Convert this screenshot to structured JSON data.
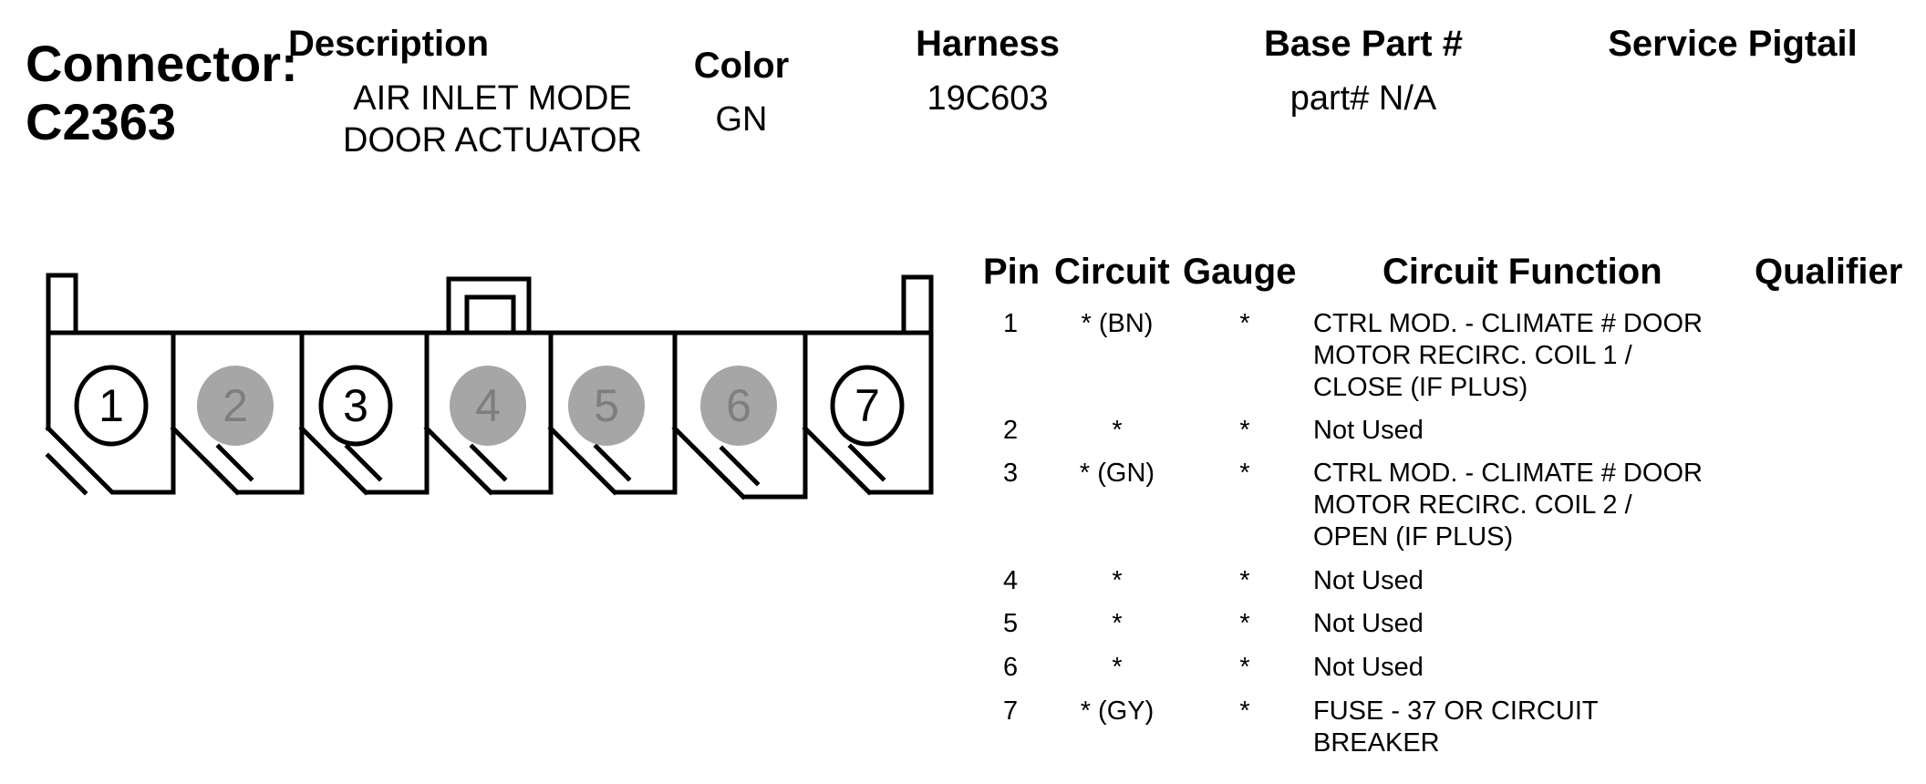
{
  "connector": {
    "label": "Connector:",
    "id": "C2363"
  },
  "header": {
    "description_label": "Description",
    "description_lines": [
      "AIR INLET MODE",
      "DOOR ACTUATOR"
    ],
    "color_label": "Color",
    "color_value": "GN",
    "harness_label": "Harness",
    "harness_value": "19C603",
    "base_part_label": "Base Part #",
    "base_part_value": "part# N/A",
    "service_pigtail_label": "Service Pigtail"
  },
  "table": {
    "headers": [
      "Pin",
      "Circuit",
      "Gauge",
      "Circuit Function",
      "Qualifier"
    ],
    "rows": [
      {
        "pin": "1",
        "circuit": "* (BN)",
        "gauge": "*",
        "function": [
          "CTRL MOD. - CLIMATE # DOOR",
          "MOTOR RECIRC. COIL 1 /",
          "CLOSE (IF PLUS)"
        ]
      },
      {
        "pin": "2",
        "circuit": "*",
        "gauge": "*",
        "function": [
          "Not Used"
        ]
      },
      {
        "pin": "3",
        "circuit": "* (GN)",
        "gauge": "*",
        "function": [
          "CTRL MOD. - CLIMATE # DOOR",
          "MOTOR RECIRC. COIL 2 /",
          "OPEN (IF PLUS)"
        ]
      },
      {
        "pin": "4",
        "circuit": "*",
        "gauge": "*",
        "function": [
          "Not Used"
        ]
      },
      {
        "pin": "5",
        "circuit": "*",
        "gauge": "*",
        "function": [
          "Not Used"
        ]
      },
      {
        "pin": "6",
        "circuit": "*",
        "gauge": "*",
        "function": [
          "Not Used"
        ]
      },
      {
        "pin": "7",
        "circuit": "* (GY)",
        "gauge": "*",
        "function": [
          "FUSE - 37 OR CIRCUIT",
          "BREAKER"
        ]
      }
    ]
  },
  "diagram": {
    "pins": [
      {
        "number": "1",
        "used": true
      },
      {
        "number": "2",
        "used": false
      },
      {
        "number": "3",
        "used": true
      },
      {
        "number": "4",
        "used": false
      },
      {
        "number": "5",
        "used": false
      },
      {
        "number": "6",
        "used": false
      },
      {
        "number": "7",
        "used": true
      }
    ],
    "colors": {
      "used_fill": "#ffffff",
      "unused_fill": "#a6a6a6",
      "unused_text": "#8a8a8a",
      "stroke": "#000000"
    }
  }
}
